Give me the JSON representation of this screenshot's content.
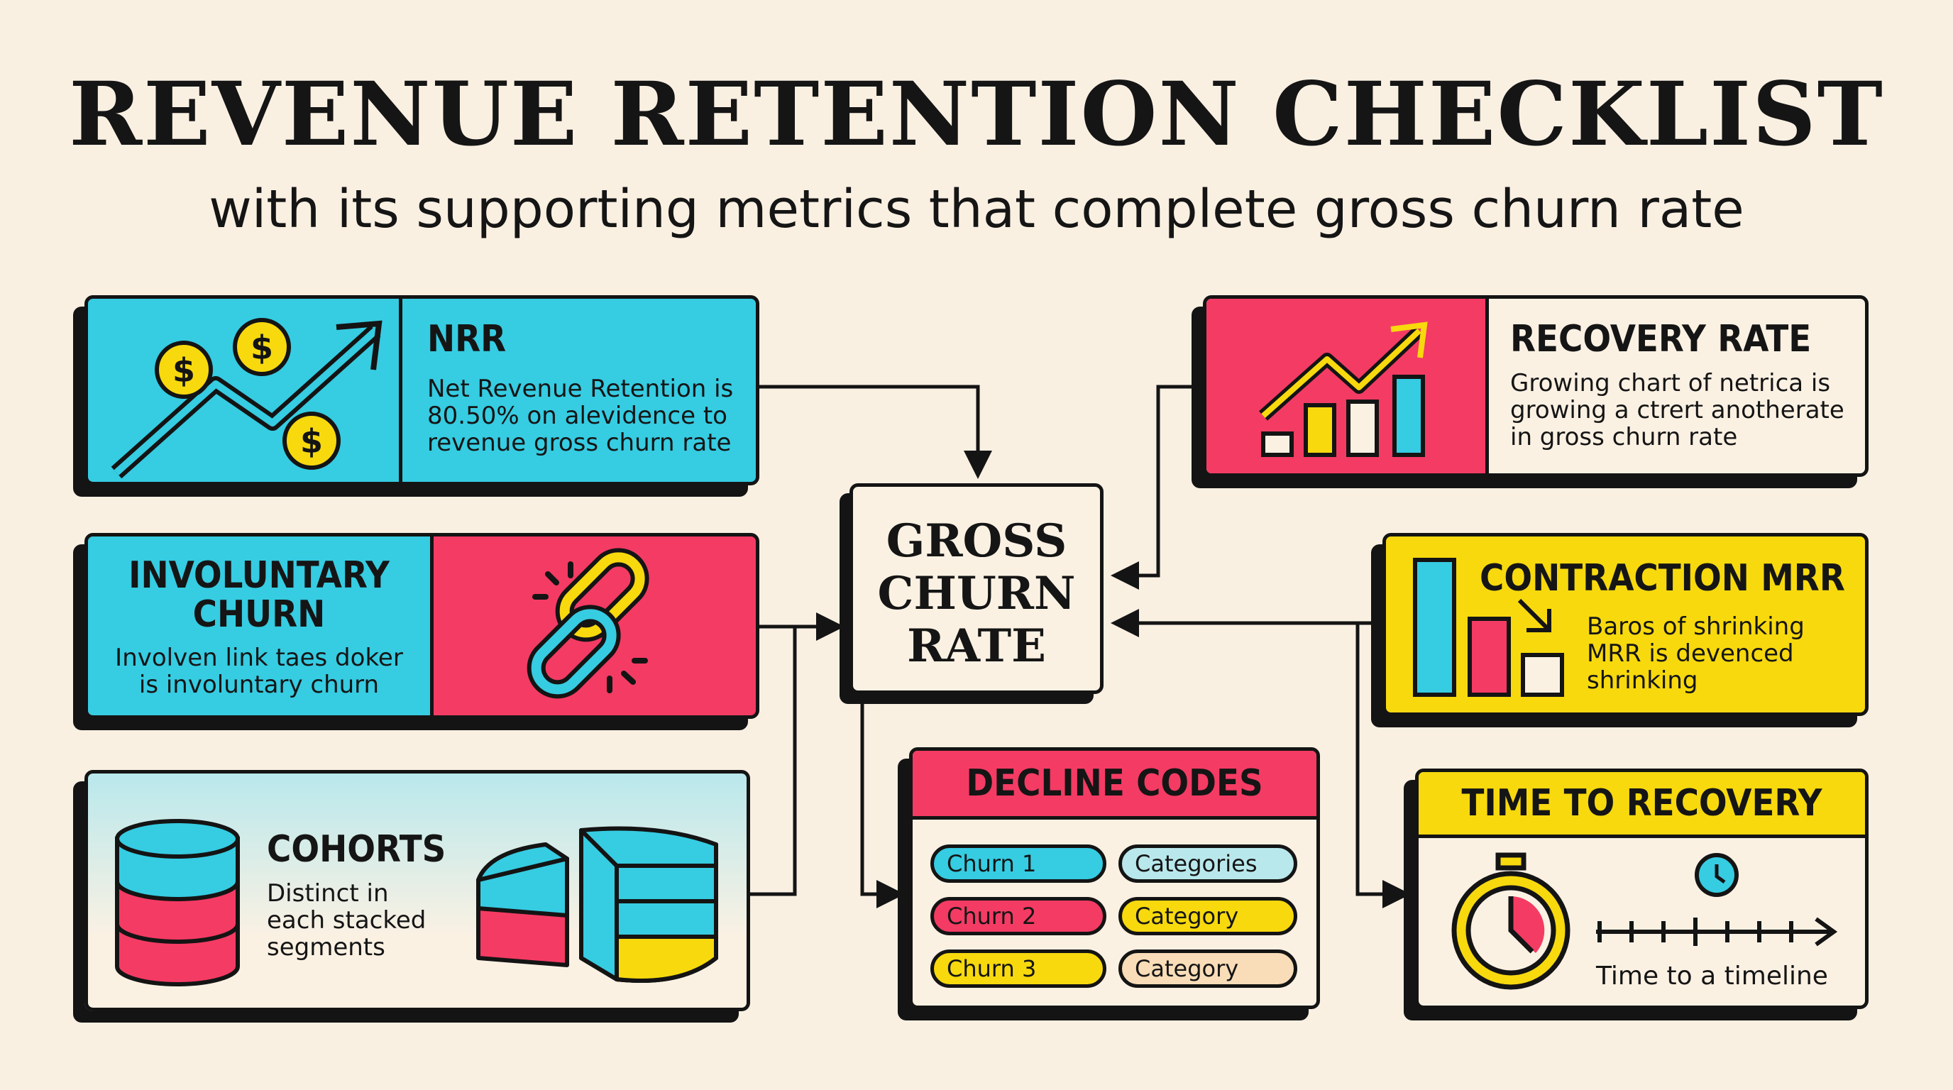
{
  "header": {
    "title": "REVENUE RETENTION CHECKLIST",
    "subtitle": "with its supporting metrics that complete gross churn rate"
  },
  "colors": {
    "blue": "#36CCE2",
    "pink": "#F43B64",
    "yellow": "#F7D90E",
    "cream": "#FBF1E3",
    "ink": "#141414"
  },
  "center": {
    "lines": [
      "GROSS",
      "CHURN",
      "RATE"
    ]
  },
  "nrr": {
    "title": "NRR",
    "lines": [
      "Net Revenue Retention is",
      "80.50% on alevidence to",
      "revenue gross churn rate"
    ],
    "icon": "money-growth-chart-icon"
  },
  "involuntary": {
    "title_lines": [
      "INVOLUNTARY",
      "CHURN"
    ],
    "lines": [
      "Involven link taes doker",
      "is involuntary churn"
    ],
    "icon": "broken-chain-link-icon"
  },
  "cohorts": {
    "title": "COHORTS",
    "lines": [
      "Distinct in",
      "each stacked",
      "segments"
    ],
    "icons": [
      "stacked-database-icon",
      "segmented-pie-icon"
    ]
  },
  "recovery_rate": {
    "title": "RECOVERY RATE",
    "lines": [
      "Growing chart of netrica is",
      "growing a ctrert anotherate",
      "in gross churn rate"
    ],
    "icon": "growing-bar-chart-icon"
  },
  "contraction": {
    "title": "CONTRACTION MRR",
    "lines": [
      "Baros of shrinking",
      "MRR is devenced",
      "shrinking"
    ],
    "icon": "shrinking-bars-icon"
  },
  "decline_codes": {
    "title": "DECLINE CODES",
    "rows": [
      {
        "left": "Churn 1",
        "right": "Categories"
      },
      {
        "left": "Churn 2",
        "right": "Category"
      },
      {
        "left": "Churn 3",
        "right": "Category"
      }
    ]
  },
  "time_to_recovery": {
    "title": "TIME TO RECOVERY",
    "caption": "Time to a timeline",
    "icons": [
      "stopwatch-icon",
      "clock-icon",
      "timeline-arrow-icon"
    ]
  }
}
